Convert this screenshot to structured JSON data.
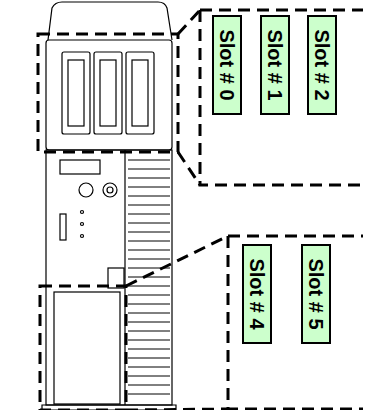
{
  "diagram": {
    "nodes": [
      {
        "text": [
          "Slot # 0"
        ]
      },
      {
        "text": [
          "Slot # 1"
        ]
      },
      {
        "text": [
          "Slot # 2"
        ]
      },
      {
        "text": [
          "Slot # 4"
        ]
      },
      {
        "text": [
          "Slot # 5"
        ]
      }
    ]
  }
}
